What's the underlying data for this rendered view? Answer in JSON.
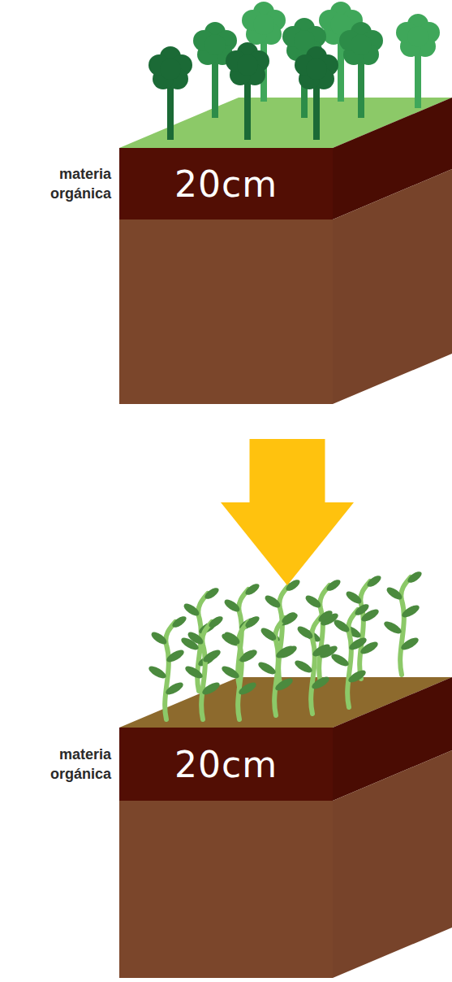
{
  "diagram": {
    "nodes": [
      {
        "text": [
          "materia orgánica",
          "20cm"
        ]
      },
      {
        "text": [
          "materia orgánica",
          "20cm"
        ]
      }
    ],
    "edges": [
      {
        "from": 0,
        "to": 1,
        "arrow": "to"
      }
    ]
  }
}
